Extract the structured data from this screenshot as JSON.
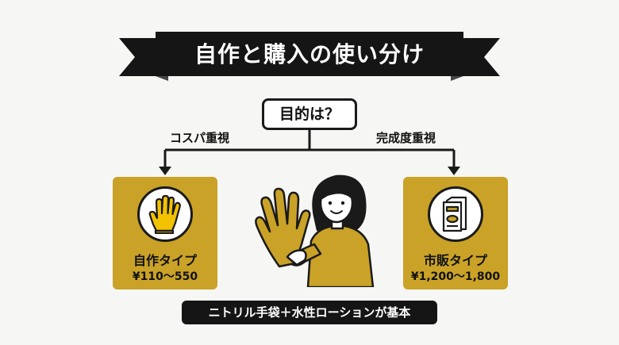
{
  "title": "自作と購入の使い分け",
  "question": "目的は？",
  "branches": {
    "left_label": "コスパ重視",
    "right_label": "完成度重視"
  },
  "cards": {
    "diy": {
      "name": "自作タイプ",
      "price": "¥110〜550",
      "icon": "glove-icon"
    },
    "store": {
      "name": "市販タイプ",
      "price": "¥1,200〜1,800",
      "icon": "product-package-icon"
    }
  },
  "footer": "ニトリル手袋＋水性ローションが基本",
  "colors": {
    "accent": "#c9a227",
    "dark": "#151515",
    "background": "#f6f6f4",
    "glove": "#f2c200"
  }
}
